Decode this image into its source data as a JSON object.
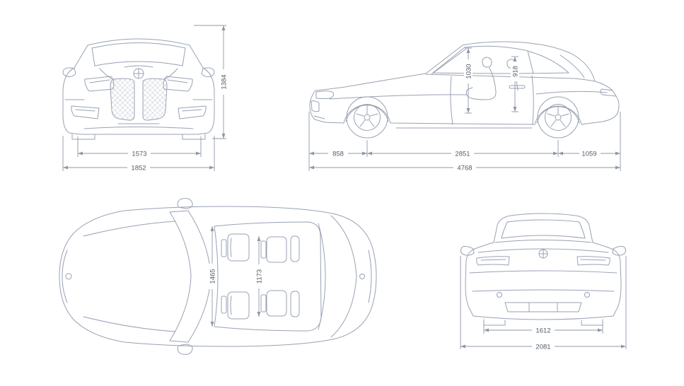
{
  "colors": {
    "outline": "#98a1b3",
    "dimension_line": "#8f98a8",
    "dimension_text": "#525c6b",
    "background": "#ffffff"
  },
  "views": {
    "front": {
      "height": "1384",
      "track_width": "1573",
      "overall_width": "1852"
    },
    "side": {
      "front_interior_height": "1030",
      "rear_interior_height": "918",
      "front_overhang": "858",
      "wheelbase": "2851",
      "rear_overhang": "1059",
      "overall_length": "4768"
    },
    "top": {
      "front_interior_width": "1465",
      "rear_interior_width": "1173"
    },
    "rear": {
      "track_width": "1612",
      "overall_width_incl_mirrors": "2081"
    }
  }
}
